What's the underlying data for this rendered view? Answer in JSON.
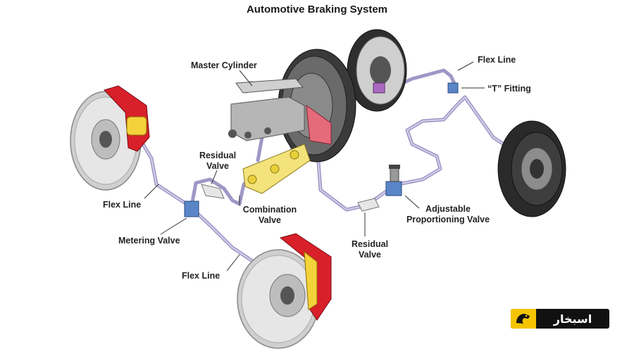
{
  "title": "Automotive Braking System",
  "labels": {
    "master_cylinder": "Master Cylinder",
    "flex_line_top": "Flex Line",
    "t_fitting": "“T” Fitting",
    "residual_valve_left_1": "Residual",
    "residual_valve_left_2": "Valve",
    "flex_line_left": "Flex Line",
    "combination_valve_1": "Combination",
    "combination_valve_2": "Valve",
    "metering_valve": "Metering Valve",
    "adjustable_valve_1": "Adjustable",
    "adjustable_valve_2": "Proportioning Valve",
    "residual_valve_right_1": "Residual",
    "residual_valve_right_2": "Valve",
    "flex_line_bottom": "Flex Line"
  },
  "logo": {
    "text": "اسبخار"
  },
  "colors": {
    "brake_line": "#b8b4d8",
    "caliper": "#d8202a",
    "combination_valve": "#f4e27a",
    "metering_valve": "#5a86c8",
    "rotor": "#d9d9d9",
    "drum": "#3a3a3a",
    "logo_accent": "#f5c400"
  },
  "icons": [
    "disc-brake-icon",
    "drum-brake-icon",
    "master-cylinder-icon",
    "brake-booster-icon"
  ]
}
